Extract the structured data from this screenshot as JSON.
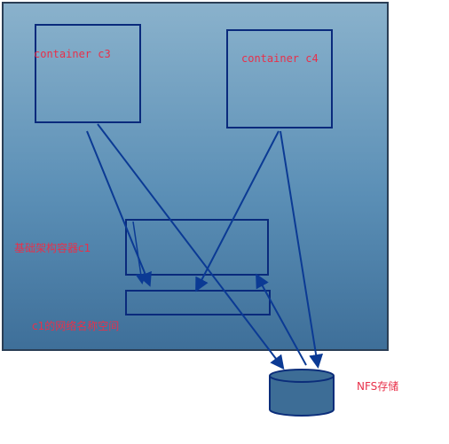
{
  "colors": {
    "panel_top": "#8ab2cc",
    "panel_mid": "#5b8fb6",
    "panel_bottom": "#3e6f99",
    "panel_border": "#2a3e55",
    "box_stroke": "#0a2a7c",
    "arrow": "#0b3a94",
    "label_red": "#e8304a",
    "cylinder_fill": "#3d6d96",
    "cylinder_stroke": "#0b2d7a"
  },
  "labels": {
    "container_c3": "container c3",
    "container_c4": "container c4",
    "base_container": "基础架构容器c1",
    "network_namespace": "c1的网络名称空间",
    "nfs_storage": "NFS存储"
  }
}
